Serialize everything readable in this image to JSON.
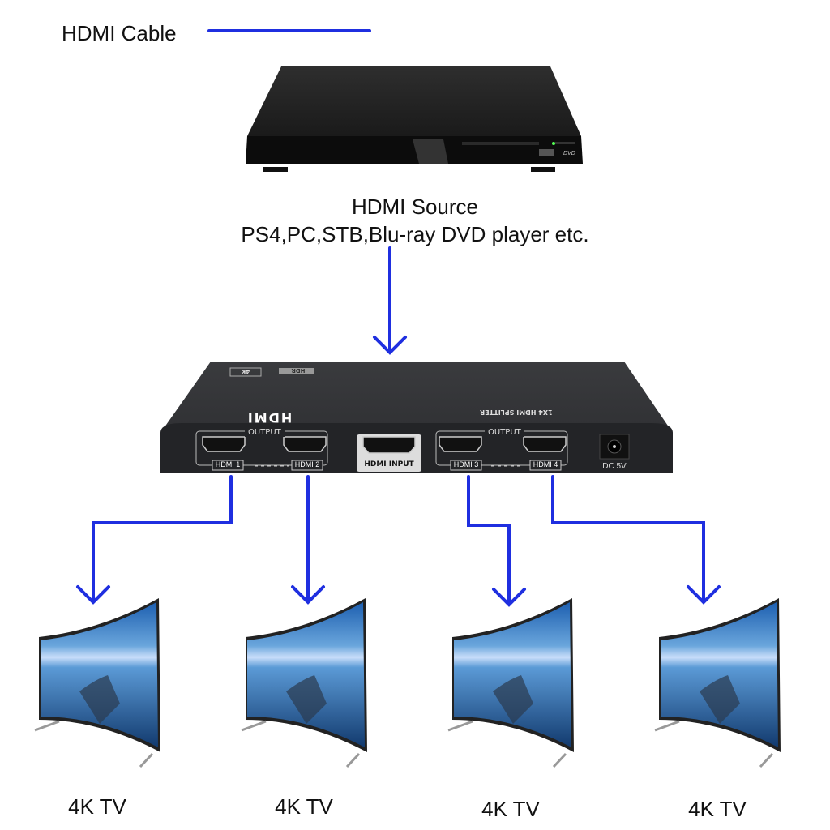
{
  "legend": {
    "label": "HDMI Cable",
    "line_color": "#1f2fe0"
  },
  "source": {
    "title": "HDMI Source",
    "subtitle": "PS4,PC,STB,Blu-ray DVD player etc.",
    "device_label": "DVD"
  },
  "splitter": {
    "model": "1X4 HDMI SPLITTER",
    "logo": "HDMI",
    "badges": [
      "HDR",
      "4K"
    ],
    "output_group_label": "OUTPUT",
    "ports": [
      "HDMI 1",
      "HDMI 2",
      "HDMI INPUT",
      "HDMI 3",
      "HDMI 4"
    ],
    "power_label": "DC 5V"
  },
  "displays": [
    {
      "label": "4K TV"
    },
    {
      "label": "4K TV"
    },
    {
      "label": "4K TV"
    },
    {
      "label": "4K TV"
    }
  ]
}
